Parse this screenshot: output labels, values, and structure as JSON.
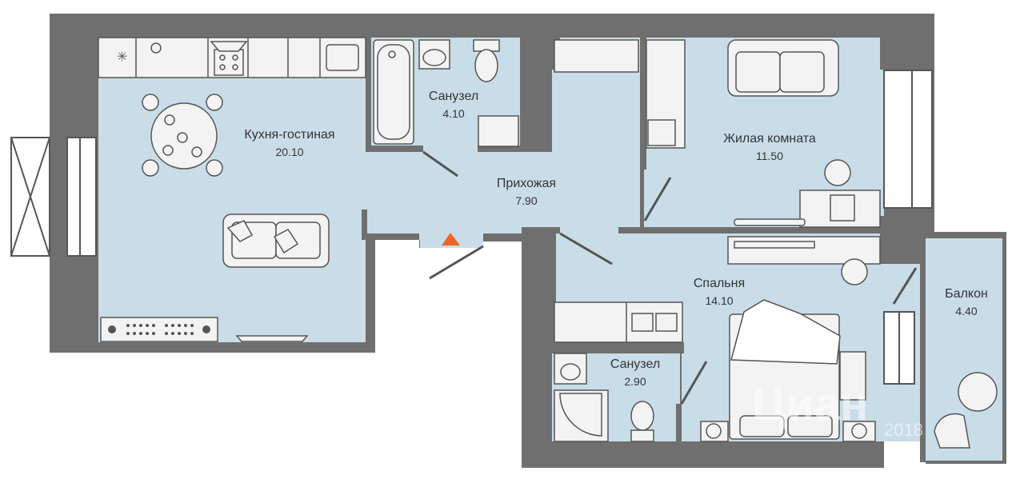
{
  "colors": {
    "wall": "#6f6f6f",
    "room": "#c9dde8",
    "furniture_fill": "#f3f3f3",
    "furniture_stroke": "#555555",
    "entrance_marker": "#f26522",
    "text": "#333333"
  },
  "rooms": [
    {
      "name": "Кухня-гостиная",
      "area": "20.10"
    },
    {
      "name": "Санузел",
      "area": "4.10"
    },
    {
      "name": "Прихожая",
      "area": "7.90"
    },
    {
      "name": "Жилая комната",
      "area": "11.50"
    },
    {
      "name": "Спальня",
      "area": "14.10"
    },
    {
      "name": "Санузел",
      "area": "2.90"
    },
    {
      "name": "Балкон",
      "area": "4.40"
    }
  ],
  "watermark": {
    "text": "Циан",
    "year": "2018"
  },
  "entrance_icon": "entrance-triangle-icon"
}
